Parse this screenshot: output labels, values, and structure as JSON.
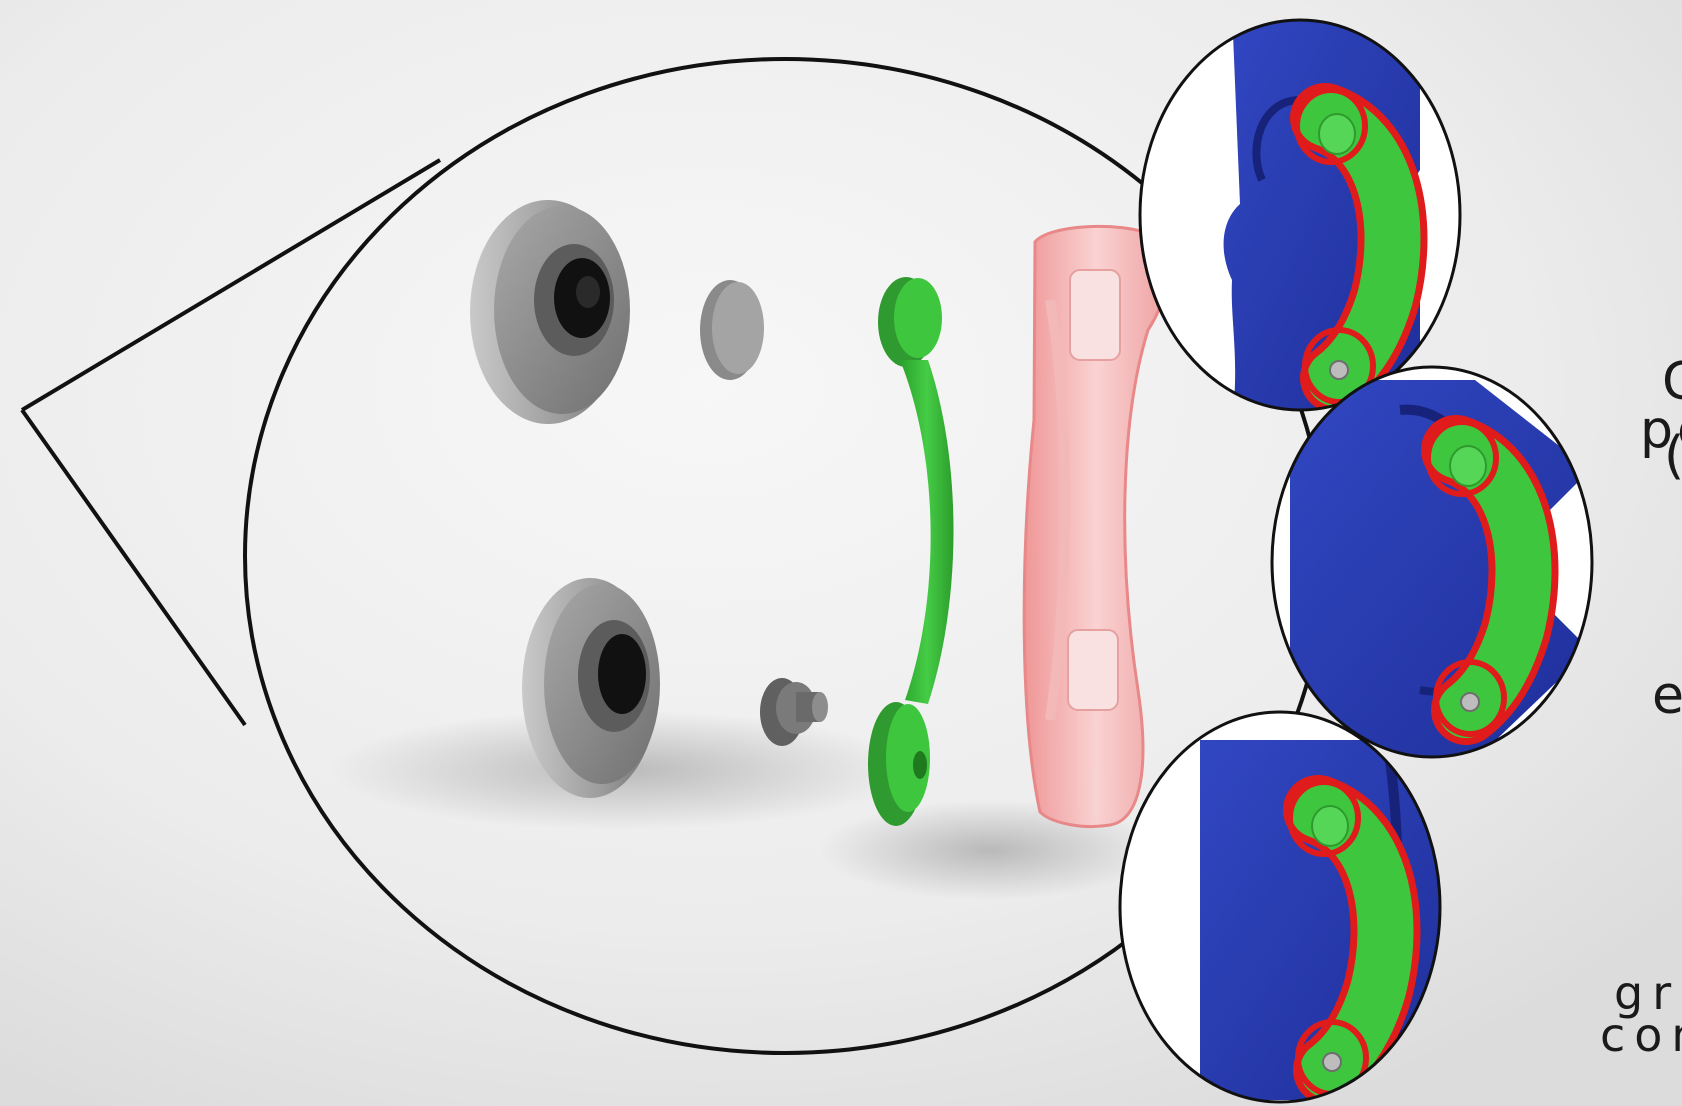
{
  "colors": {
    "background_light": "#f4f4f4",
    "background_shadow": "#c9c9c9",
    "outline": "#111111",
    "disc_gray": "#8a8a8a",
    "link_green": "#3ec63e",
    "housing_pink": "#f4a6a6",
    "detail_blue": "#2a3fb0",
    "highlight_red": "#e01b1b"
  },
  "labels": {
    "top_right_line1": "C",
    "top_right_line2": "pe",
    "top_right_line3": "(",
    "middle_right": "e",
    "bottom_right_line1": "graz",
    "bottom_right_line2": "confo"
  },
  "parts": [
    {
      "name": "large-gray-disc-top"
    },
    {
      "name": "small-gray-pin-top"
    },
    {
      "name": "green-link"
    },
    {
      "name": "pink-housing"
    },
    {
      "name": "large-gray-disc-bottom"
    },
    {
      "name": "small-gray-pin-bottom"
    }
  ],
  "detail_views": [
    {
      "name": "detail-top"
    },
    {
      "name": "detail-middle"
    },
    {
      "name": "detail-bottom"
    }
  ]
}
